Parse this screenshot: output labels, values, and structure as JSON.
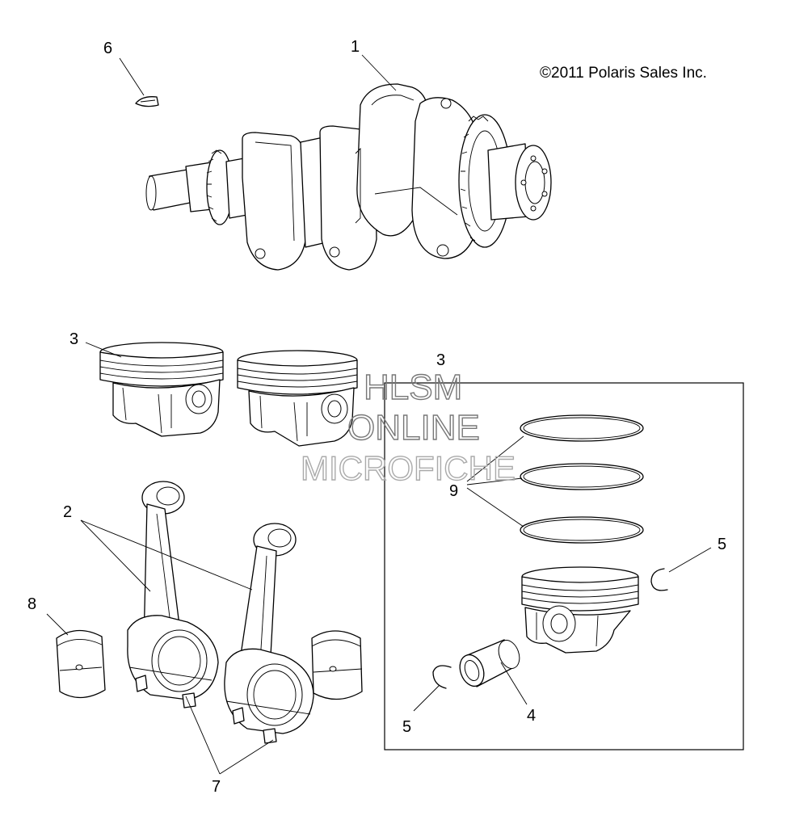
{
  "copyright": "©2011 Polaris Sales Inc.",
  "watermark": {
    "line1": "HLSM",
    "line2": "ONLINE",
    "line3": "MICROFICHE"
  },
  "callouts": {
    "c1": "1",
    "c2": "2",
    "c3a": "3",
    "c3b": "3",
    "c4": "4",
    "c5a": "5",
    "c5b": "5",
    "c6": "6",
    "c7": "7",
    "c8": "8",
    "c9": "9"
  }
}
